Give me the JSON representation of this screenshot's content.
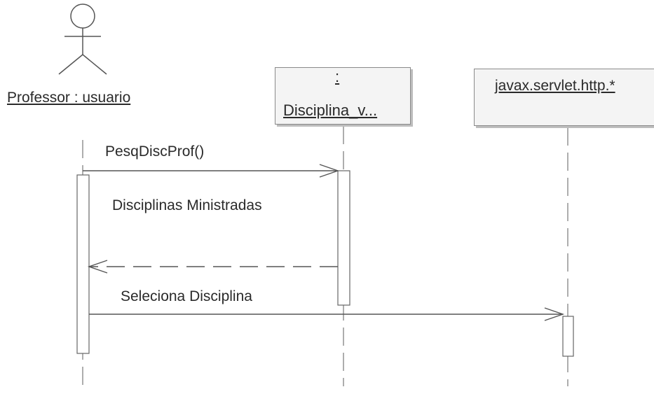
{
  "actor": {
    "name": "Professor : usuario"
  },
  "objects": [
    {
      "line1": ":",
      "line2": "Disciplina_v..."
    },
    {
      "line1": "javax.servlet.http.*"
    }
  ],
  "messages": [
    {
      "label": "PesqDiscProf()",
      "kind": "call"
    },
    {
      "label": "Disciplinas Ministradas",
      "kind": "return"
    },
    {
      "label": "Seleciona Disciplina",
      "kind": "call"
    }
  ]
}
